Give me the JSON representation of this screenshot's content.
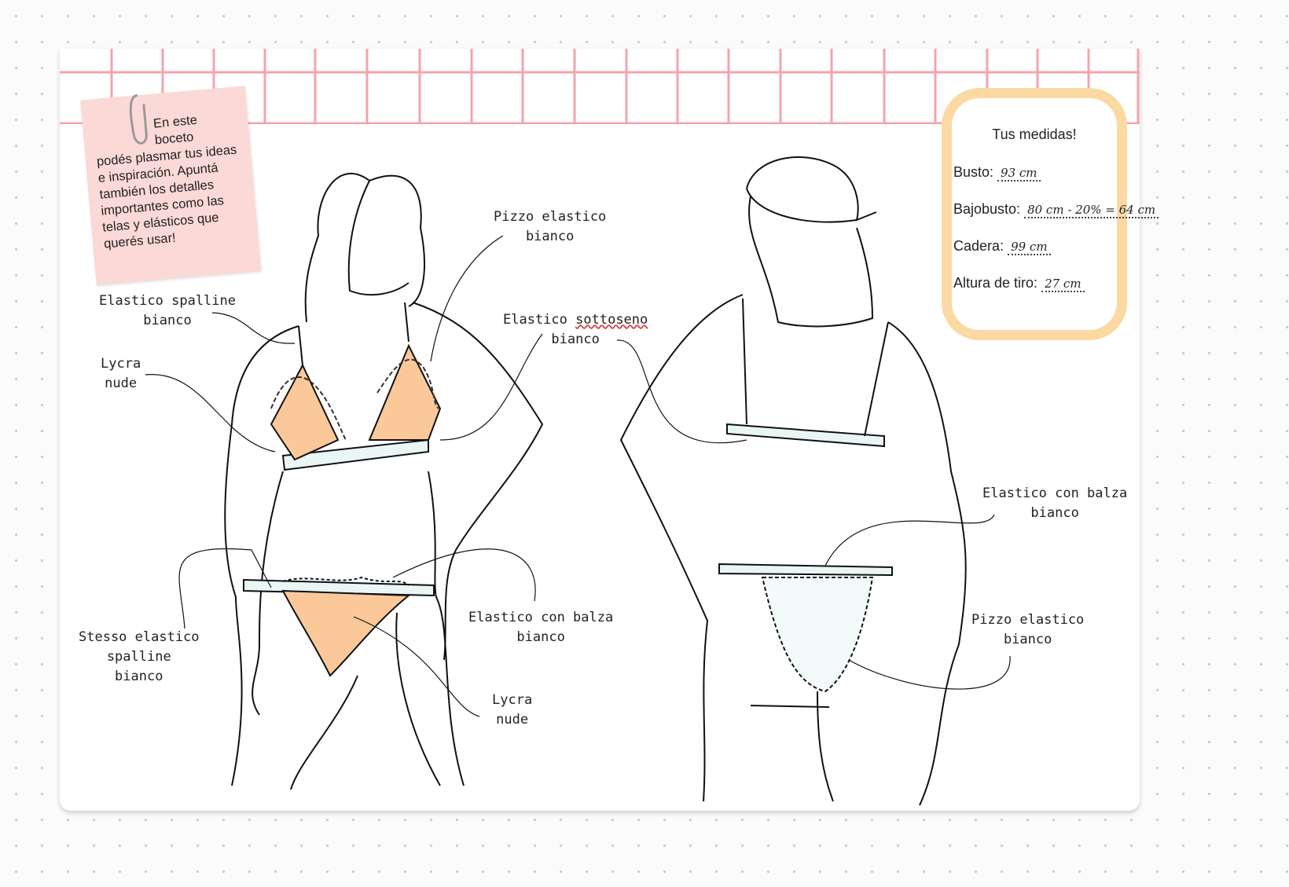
{
  "note": {
    "line1": "En este",
    "line2": "boceto",
    "body": "podés plasmar tus ideas e inspiración. Apuntá también los detalles importantes como las telas y elásticos que querés usar!"
  },
  "measures": {
    "title": "Tus medidas!",
    "rows": [
      {
        "label": "Busto:",
        "value": "93 cm"
      },
      {
        "label": "Bajobusto:",
        "value": "80 cm - 20% = 64 cm"
      },
      {
        "label": "Cadera:",
        "value": "99 cm"
      },
      {
        "label": "Altura de tiro:",
        "value": "27 cm"
      }
    ]
  },
  "front_labels": {
    "pizzo": [
      "Pizzo elastico",
      "bianco"
    ],
    "spalline": [
      "Elastico spalline",
      "bianco"
    ],
    "lycra_top": [
      "Lycra",
      "nude"
    ],
    "sottoseno": [
      "Elastico",
      "sottoseno",
      "bianco"
    ],
    "stesso": [
      "Stesso elastico",
      "spalline",
      "bianco"
    ],
    "balza": [
      "Elastico con balza",
      "bianco"
    ],
    "lycra_bottom": [
      "Lycra",
      "nude"
    ]
  },
  "back_labels": {
    "balza": [
      "Elastico con balza",
      "bianco"
    ],
    "pizzo": [
      "Pizzo elastico",
      "bianco"
    ]
  },
  "colors": {
    "grid": "#f4a3ad",
    "note": "#fbd9d6",
    "frame": "#fbd9a3",
    "nude": "#fbc89a",
    "lace": "#dff0f0"
  }
}
